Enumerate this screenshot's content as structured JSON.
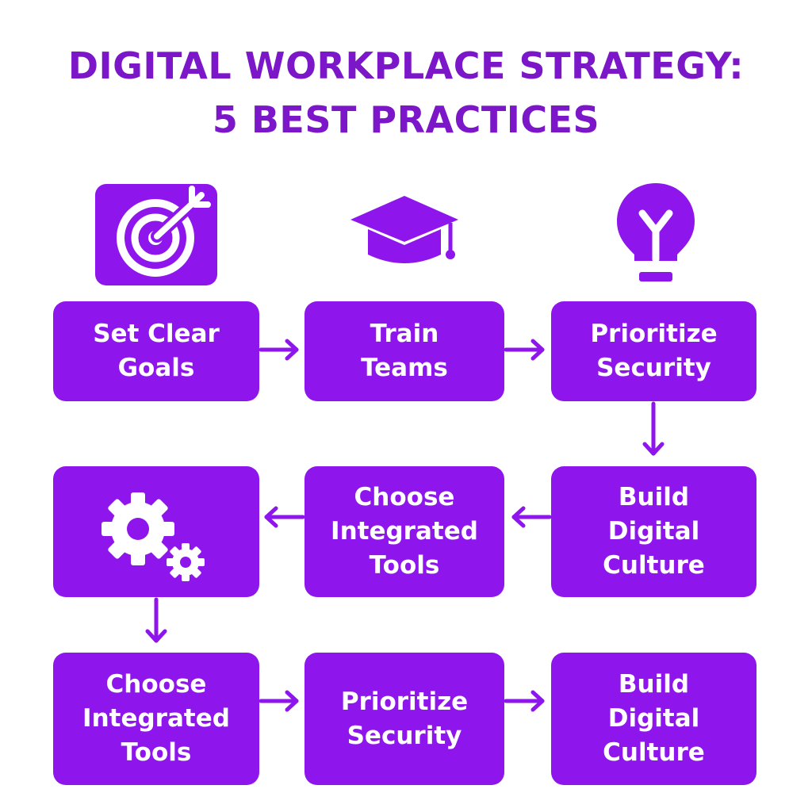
{
  "title": {
    "line1": "DIGITAL WORKPLACE STRATEGY:",
    "line2": "5 BEST PRACTICES"
  },
  "colors": {
    "accent": "#8e16ec",
    "title": "#7b16c9",
    "text": "#ffffff"
  },
  "icons": {
    "goal": "target-with-arrow-icon",
    "train": "graduation-cap-icon",
    "security": "lightbulb-icon",
    "tools": "gears-icon"
  },
  "steps": {
    "row1": [
      "Set Clear\nGoals",
      "Train\nTeams",
      "Prioritize\nSecurity"
    ],
    "row2": [
      "Choose\nIntegrated\nTools",
      "Build\nDigital\nCulture"
    ],
    "row3": [
      "Choose\nIntegrated\nTools",
      "Prioritize\nSecurity",
      "Build\nDigital\nCulture"
    ]
  }
}
